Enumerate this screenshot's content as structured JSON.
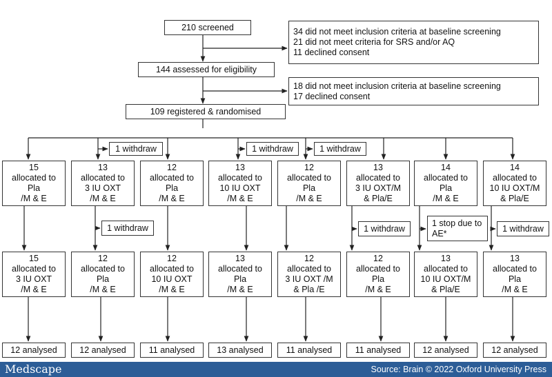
{
  "flow": {
    "screened": "210 screened",
    "exclusion_1": [
      "34 did not meet inclusion criteria at baseline screening",
      "21 did not meet criteria for SRS and/or AQ",
      "11 declined consent"
    ],
    "assessed": "144 assessed for eligibility",
    "exclusion_2": [
      "18 did not meet inclusion criteria at baseline screening",
      "17 declined consent"
    ],
    "randomised": "109 registered & randomised",
    "withdraw_label": "1 withdraw",
    "stop_label": [
      "1 stop due to",
      "AE*"
    ],
    "analysed": [
      "12 analysed",
      "12 analysed",
      "11 analysed",
      "13 analysed",
      "11 analysed",
      "11 analysed",
      "12 analysed",
      "12 analysed"
    ],
    "allocation_1": [
      [
        "15",
        "allocated to",
        "Pla",
        "/M & E"
      ],
      [
        "13",
        "allocated to",
        "3 IU OXT",
        "/M & E"
      ],
      [
        "12",
        "allocated to",
        "Pla",
        "/M & E"
      ],
      [
        "13",
        "allocated to",
        "10 IU OXT",
        "/M & E"
      ],
      [
        "12",
        "allocated to",
        "Pla",
        "/M & E"
      ],
      [
        "13",
        "allocated to",
        "3 IU OXT/M",
        "& Pla/E"
      ],
      [
        "14",
        "allocated to",
        "Pla",
        "/M & E"
      ],
      [
        "14",
        "allocated to",
        "10 IU OXT/M",
        "& Pla/E"
      ]
    ],
    "allocation_2": [
      [
        "15",
        "allocated to",
        "3 IU OXT",
        "/M & E"
      ],
      [
        "12",
        "allocated to",
        "Pla",
        "/M & E"
      ],
      [
        "12",
        "allocated to",
        "10 IU OXT",
        "/M & E"
      ],
      [
        "13",
        "allocated to",
        "Pla",
        "/M & E"
      ],
      [
        "12",
        "allocated to",
        "3 IU OXT /M",
        "& Pla /E"
      ],
      [
        "12",
        "allocated to",
        "Pla",
        "/M & E"
      ],
      [
        "13",
        "allocated to",
        "10 IU OXT/M",
        "& Pla/E"
      ],
      [
        "13",
        "allocated to",
        "Pla",
        "/M & E"
      ]
    ]
  },
  "footer": {
    "brand": "Medscape",
    "source": "Source: Brain © 2022 Oxford University Press"
  },
  "colors": {
    "footer_bg": "#2c5d97",
    "line": "#222222"
  }
}
